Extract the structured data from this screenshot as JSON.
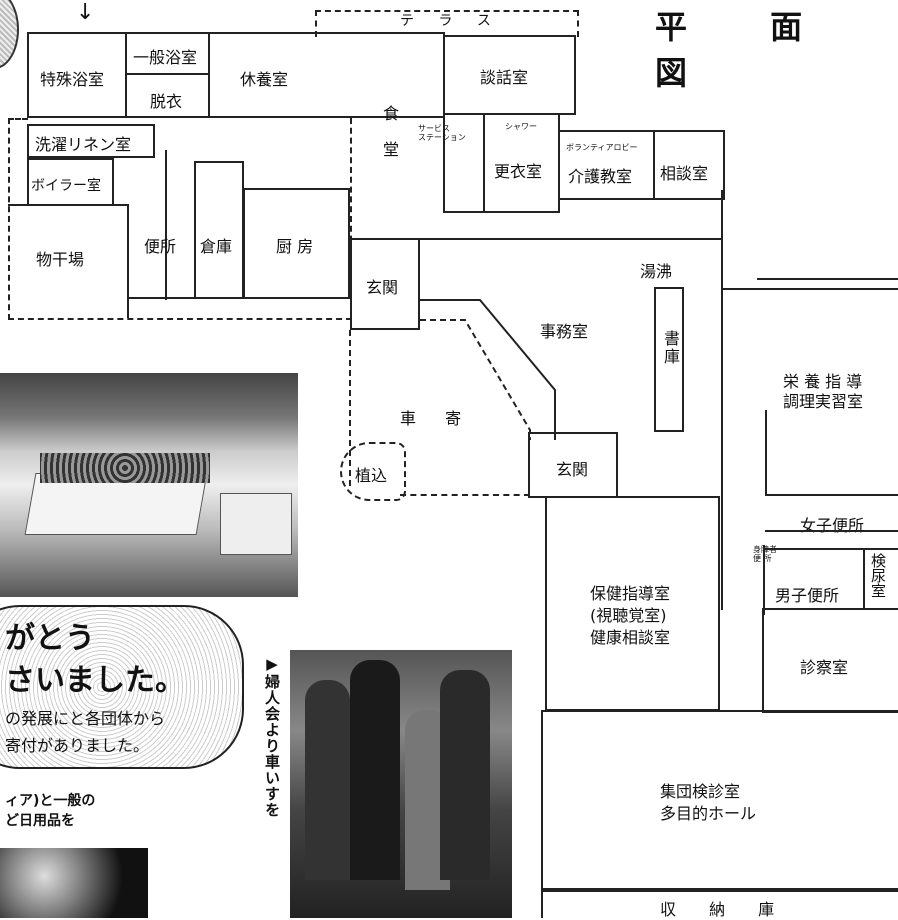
{
  "title": "平 面 図",
  "rooms": {
    "terrace": "テ ラ ス",
    "special_bath": "特殊浴室",
    "general_bath": "一般浴室",
    "dressing": "脱衣",
    "rest_room": "休養室",
    "dining_1": "食",
    "dining_2": "堂",
    "lounge": "談話室",
    "service_station": "サービス\nステーション",
    "shower": "シャワー",
    "locker": "更衣室",
    "volunteer_lobby": "ボランティアロビー",
    "care_class": "介護教室",
    "consult": "相談室",
    "laundry": "洗濯リネン室",
    "boiler": "ボイラー室",
    "drying": "物干場",
    "toilet": "便所",
    "storage": "倉庫",
    "kitchen": "厨 房",
    "entrance_1": "玄関",
    "water_heater": "湯沸",
    "office": "事務室",
    "library": "書庫",
    "carport": "車 寄",
    "planting": "植込",
    "entrance_2": "玄関",
    "nutrition_1": "栄 養 指 導",
    "nutrition_2": "調理実習室",
    "female_toilet": "女子便所",
    "accessible_toilet": "身障者\n便 所",
    "male_toilet": "男子便所",
    "urinalysis": "検尿室",
    "health_1": "保健指導室",
    "health_2": "(視聴覚室)",
    "health_3": "健康相談室",
    "exam_room": "診察室",
    "group_1": "集団検診室",
    "group_2": "多目的ホール",
    "storeroom": "収 納 庫"
  },
  "article": {
    "headline_1": "がとう",
    "headline_2": "さいました。",
    "body_1": "の発展にと各団体から",
    "body_2": "寄付がありました。",
    "caption_1": "ィア)と一般の",
    "caption_2": "ど日用品を",
    "side_caption": "▶婦人会より車いすを"
  }
}
